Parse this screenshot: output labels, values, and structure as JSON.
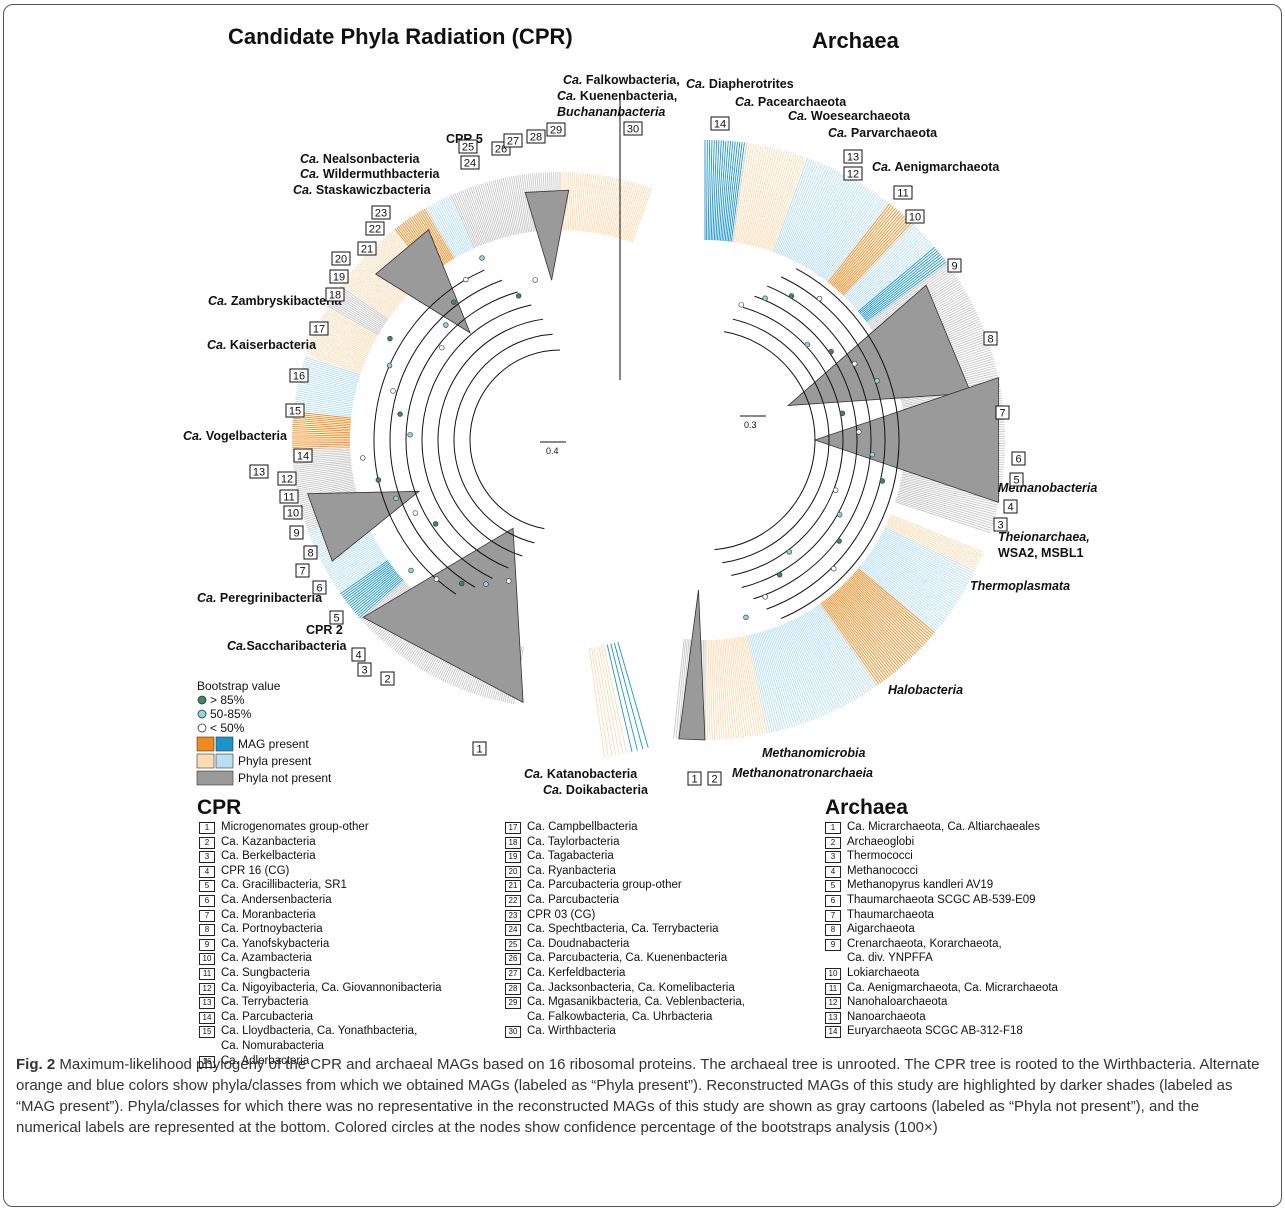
{
  "titles": {
    "cpr": "Candidate Phyla Radiation (CPR)",
    "archaea": "Archaea"
  },
  "colors": {
    "orange_dark": "#f08a1e",
    "orange_light": "#fcdcb4",
    "blue_dark": "#1c93c9",
    "blue_light": "#b9dff2",
    "gray": "#9a9a9a",
    "gray_light": "#c8c8c8",
    "node_high": "#3a8a6a",
    "node_mid": "#8fd6e0",
    "node_low": "#ffffff"
  },
  "cpr_clade_labels": [
    {
      "prefix": "Ca.",
      "text": " Falkowbacteria,"
    },
    {
      "prefix": "Ca.",
      "text": " Kuenenbacteria,"
    },
    {
      "prefix": "",
      "text": "Buchananbacteria"
    },
    {
      "prefix": "Ca.",
      "text": " Nealsonbacteria"
    },
    {
      "prefix": "Ca.",
      "text": " Wildermuthbacteria"
    },
    {
      "prefix": "Ca.",
      "text": " Staskawiczbacteria"
    },
    {
      "prefix": "",
      "text": "CPR 5"
    },
    {
      "prefix": "Ca.",
      "text": " Zambryskibacteria"
    },
    {
      "prefix": "Ca.",
      "text": " Kaiserbacteria"
    },
    {
      "prefix": "Ca.",
      "text": " Vogelbacteria"
    },
    {
      "prefix": "Ca.",
      "text": " Peregrinibacteria"
    },
    {
      "prefix": "",
      "text": "CPR 2"
    },
    {
      "prefix": "Ca.",
      "text": "Saccharibacteria"
    },
    {
      "prefix": "Ca.",
      "text": " Katanobacteria"
    },
    {
      "prefix": "Ca.",
      "text": " Doikabacteria"
    }
  ],
  "archaea_clade_labels": [
    {
      "prefix": "Ca.",
      "text": " Diapherotrites"
    },
    {
      "prefix": "Ca.",
      "text": " Pacearchaeota"
    },
    {
      "prefix": "Ca.",
      "text": " Woesearchaeota"
    },
    {
      "prefix": "Ca.",
      "text": " Parvarchaeota"
    },
    {
      "prefix": "Ca.",
      "text": " Aenigmarchaeota"
    },
    {
      "prefix": "",
      "text": "Methanobacteria"
    },
    {
      "prefix": "",
      "text": "Theionarchaea,"
    },
    {
      "prefix": "",
      "text": "WSA2, MSBL1"
    },
    {
      "prefix": "",
      "text": "Thermoplasmata"
    },
    {
      "prefix": "",
      "text": "Halobacteria"
    },
    {
      "prefix": "",
      "text": "Methanomicrobia"
    },
    {
      "prefix": "",
      "text": "Methanonatronarchaeia"
    }
  ],
  "scale_bars": {
    "cpr": "0.4",
    "archaea": "0.3"
  },
  "legend": {
    "bootstrap_title": "Bootstrap value",
    "high": "> 85%",
    "mid": "50-85%",
    "low": "< 50%",
    "mag_present": "MAG present",
    "phyla_present": "Phyla present",
    "phyla_not_present": "Phyla not present"
  },
  "cpr_list_title": "CPR",
  "archaea_list_title": "Archaea",
  "cpr_list": [
    {
      "n": "1",
      "t": "Microgenomates group-other"
    },
    {
      "n": "2",
      "t": "Ca. Kazanbacteria"
    },
    {
      "n": "3",
      "t": "Ca. Berkelbacteria"
    },
    {
      "n": "4",
      "t": "CPR 16 (CG)"
    },
    {
      "n": "5",
      "t": "Ca. Gracillibacteria, SR1"
    },
    {
      "n": "6",
      "t": "Ca. Andersenbacteria"
    },
    {
      "n": "7",
      "t": "Ca. Moranbacteria"
    },
    {
      "n": "8",
      "t": "Ca. Portnoybacteria"
    },
    {
      "n": "9",
      "t": "Ca. Yanofskybacteria"
    },
    {
      "n": "10",
      "t": "Ca. Azambacteria"
    },
    {
      "n": "11",
      "t": "Ca. Sungbacteria"
    },
    {
      "n": "12",
      "t": "Ca. Nigoyibacteria, Ca. Giovannonibacteria"
    },
    {
      "n": "13",
      "t": "Ca. Terrybacteria"
    },
    {
      "n": "14",
      "t": "Ca. Parcubacteria"
    },
    {
      "n": "15",
      "t": "Ca. Lloydbacteria, Ca. Yonathbacteria,\nCa. Nomurabacteria"
    },
    {
      "n": "16",
      "t": "Ca. Adlerbacteria"
    },
    {
      "n": "17",
      "t": "Ca. Campbellbacteria"
    },
    {
      "n": "18",
      "t": "Ca. Taylorbacteria"
    },
    {
      "n": "19",
      "t": "Ca. Tagabacteria"
    },
    {
      "n": "20",
      "t": "Ca. Ryanbacteria"
    },
    {
      "n": "21",
      "t": "Ca. Parcubacteria group-other"
    },
    {
      "n": "22",
      "t": "Ca. Parcubacteria"
    },
    {
      "n": "23",
      "t": "CPR 03 (CG)"
    },
    {
      "n": "24",
      "t": "Ca. Spechtbacteria, Ca. Terrybacteria"
    },
    {
      "n": "25",
      "t": "Ca. Doudnabacteria"
    },
    {
      "n": "26",
      "t": "Ca. Parcubacteria, Ca. Kuenenbacteria"
    },
    {
      "n": "27",
      "t": "Ca. Kerfeldbacteria"
    },
    {
      "n": "28",
      "t": "Ca. Jacksonbacteria, Ca. Komelibacteria"
    },
    {
      "n": "29",
      "t": "Ca. Mgasanikbacteria, Ca. Veblenbacteria,\nCa. Falkowbacteria, Ca. Uhrbacteria"
    },
    {
      "n": "30",
      "t": "Ca. Wirthbacteria"
    }
  ],
  "archaea_list": [
    {
      "n": "1",
      "t": "Ca. Micrarchaeota, Ca. Altiarchaeales"
    },
    {
      "n": "2",
      "t": "Archaeoglobi"
    },
    {
      "n": "3",
      "t": "Thermococci"
    },
    {
      "n": "4",
      "t": "Methanococci"
    },
    {
      "n": "5",
      "t": "Methanopyrus kandleri AV19"
    },
    {
      "n": "6",
      "t": "Thaumarchaeota SCGC AB-539-E09"
    },
    {
      "n": "7",
      "t": "Thaumarchaeota"
    },
    {
      "n": "8",
      "t": "Aigarchaeota"
    },
    {
      "n": "9",
      "t": "Crenarchaeota, Korarchaeota,\nCa. div. YNPFFA"
    },
    {
      "n": "10",
      "t": "Lokiarchaeota"
    },
    {
      "n": "11",
      "t": "Ca. Aenigmarchaeota, Ca. Micrarchaeota"
    },
    {
      "n": "12",
      "t": "Nanohaloarchaeota"
    },
    {
      "n": "13",
      "t": "Nanoarchaeota"
    },
    {
      "n": "14",
      "t": "Euryarchaeota SCGC AB-312-F18"
    }
  ],
  "caption": {
    "label": "Fig. 2",
    "text": " Maximum-likelihood phylogeny of the CPR and archaeal MAGs based on 16 ribosomal proteins. The archaeal tree is unrooted. The CPR tree is rooted to the Wirthbacteria. Alternate orange and blue colors show phyla/classes from which we obtained MAGs (labeled as “Phyla present”). Reconstructed MAGs of this study are highlighted by darker shades (labeled as “MAG present”). Phyla/classes for which there was no representative in the reconstructed MAGs of this study are shown as gray cartoons (labeled as “Phyla not present”), and the numerical labels are represented at the bottom. Colored circles at the nodes show confidence percentage of the bootstraps analysis (100×)"
  }
}
